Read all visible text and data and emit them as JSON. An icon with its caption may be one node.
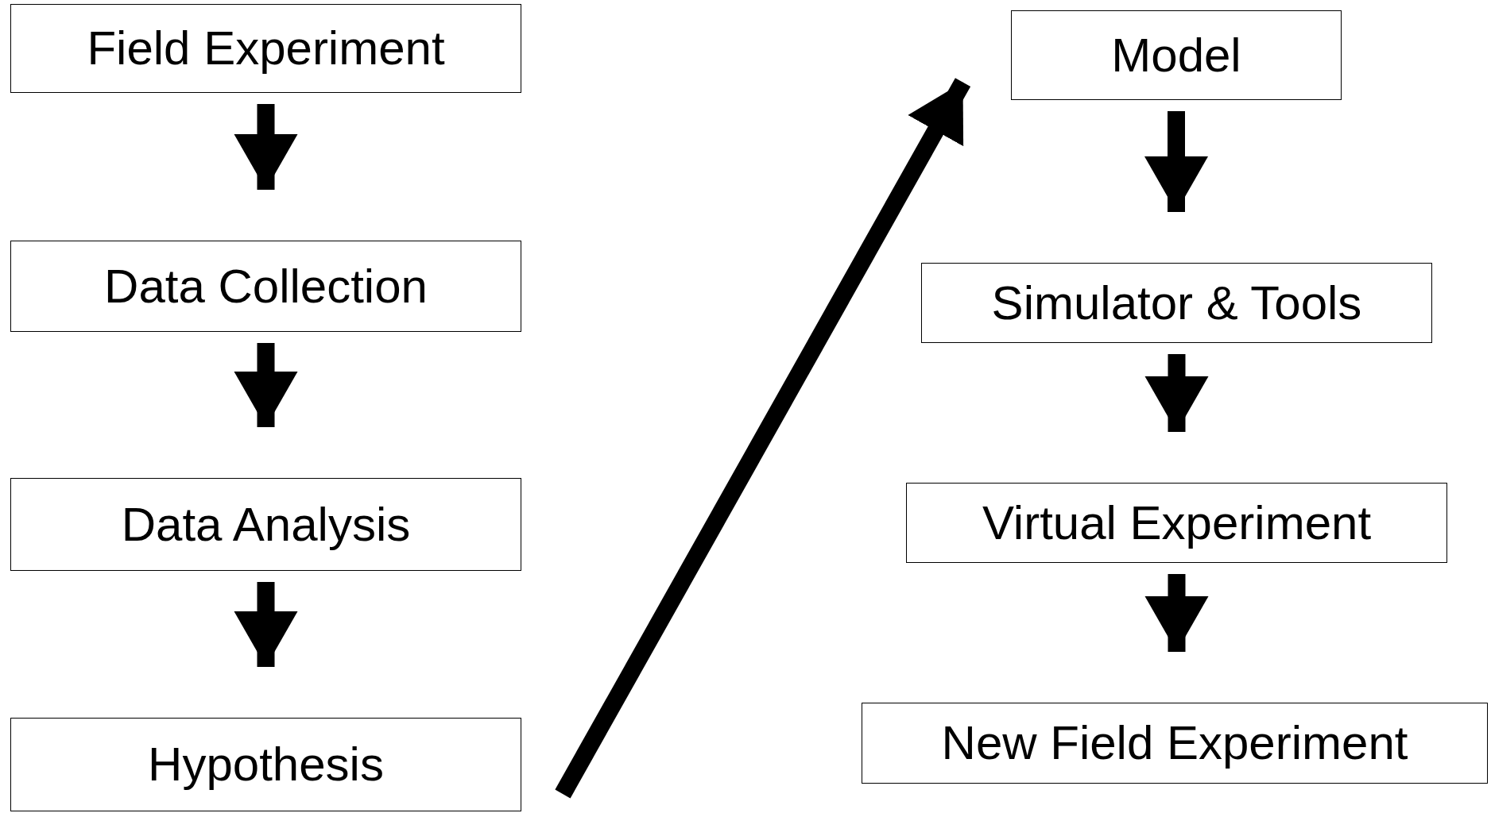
{
  "diagram": {
    "nodes": [
      {
        "text": [
          "Field Experiment"
        ]
      },
      {
        "text": [
          "Data Collection"
        ]
      },
      {
        "text": [
          "Data Analysis"
        ]
      },
      {
        "text": [
          "Hypothesis"
        ]
      },
      {
        "text": [
          "Model"
        ]
      },
      {
        "text": [
          "Simulator & Tools"
        ]
      },
      {
        "text": [
          "Virtual Experiment"
        ]
      },
      {
        "text": [
          "New Field Experiment"
        ]
      }
    ],
    "edges": [
      {
        "from": 0,
        "to": 1,
        "arrow": "to"
      },
      {
        "from": 1,
        "to": 2,
        "arrow": "to"
      },
      {
        "from": 2,
        "to": 3,
        "arrow": "to"
      },
      {
        "from": 3,
        "to": 4,
        "arrow": "to"
      },
      {
        "from": 4,
        "to": 5,
        "arrow": "to"
      },
      {
        "from": 5,
        "to": 6,
        "arrow": "to"
      },
      {
        "from": 6,
        "to": 7,
        "arrow": "to"
      }
    ]
  }
}
